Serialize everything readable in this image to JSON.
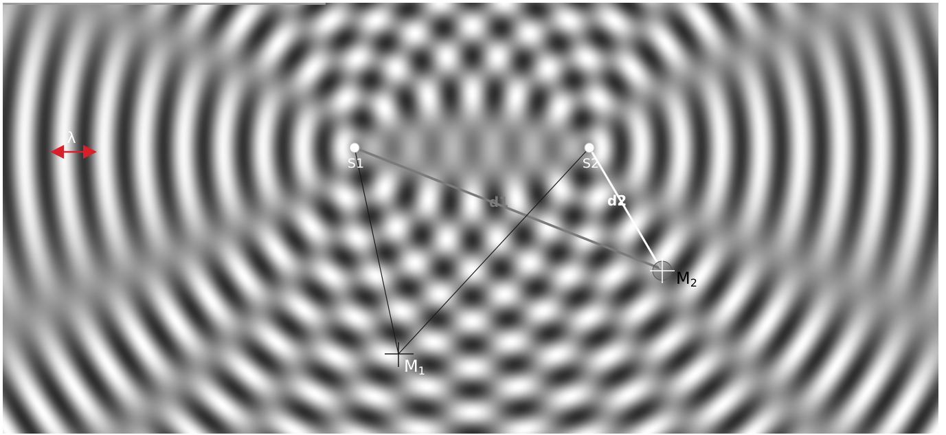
{
  "diagram": {
    "wavelength_symbol": "λ",
    "sources": [
      {
        "id": "s1",
        "label": "S1"
      },
      {
        "id": "s2",
        "label": "S2"
      }
    ],
    "points": [
      {
        "id": "m1",
        "label": "M",
        "subscript": "1"
      },
      {
        "id": "m2",
        "label": "M",
        "subscript": "2"
      }
    ],
    "distances": [
      {
        "id": "d1",
        "label": "d1"
      },
      {
        "id": "d2",
        "label": "d2"
      }
    ]
  },
  "colors": {
    "arrow": "#d9202a",
    "d1_line": "#7a7a7a",
    "d2_line": "#ffffff",
    "m1_lines": "#1a1a1a"
  }
}
